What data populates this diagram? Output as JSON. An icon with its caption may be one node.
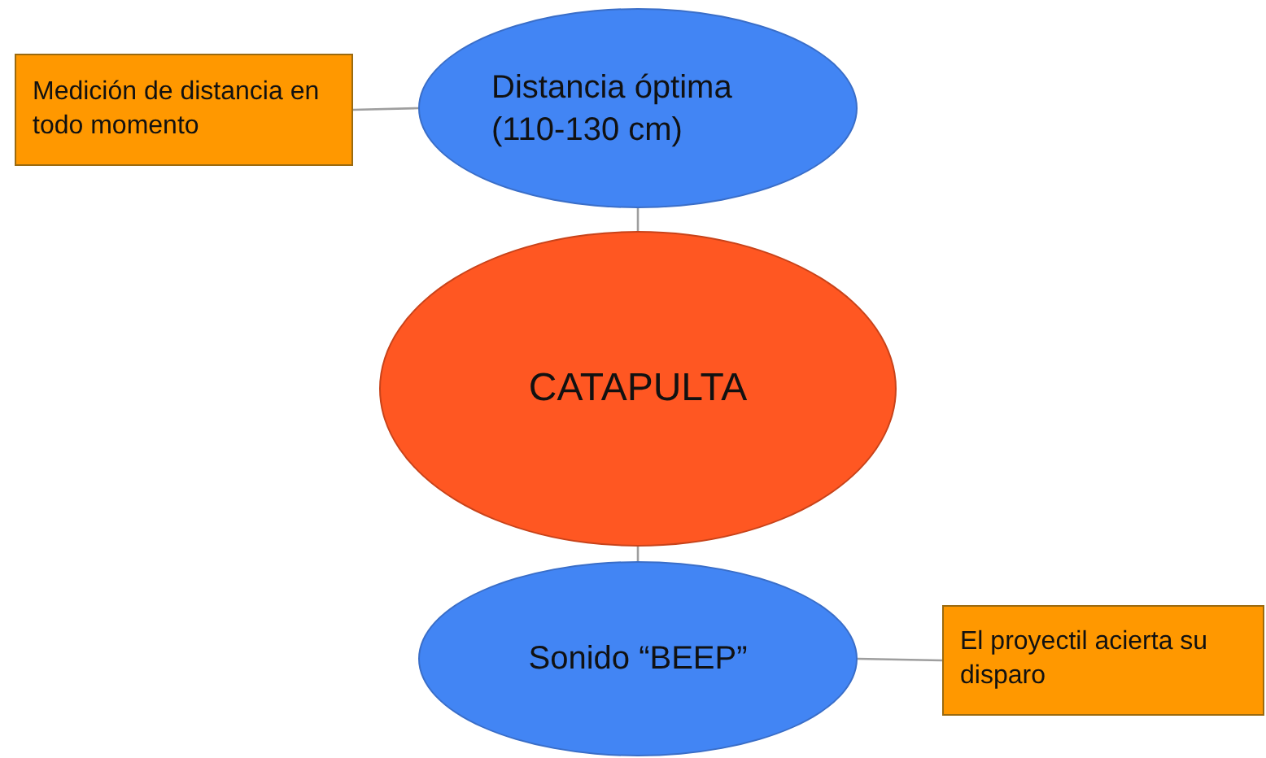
{
  "diagram": {
    "nodes": [
      {
        "text": [
          "Distancia óptima (110-130 cm)"
        ]
      },
      {
        "text": [
          "Medición de distancia en todo momento"
        ]
      },
      {
        "text": [
          "CATAPULTA"
        ]
      },
      {
        "text": [
          "Sonido “BEEP”"
        ]
      },
      {
        "text": [
          "El proyectil acierta su disparo"
        ]
      }
    ],
    "edges": [
      {
        "from": 1,
        "to": 0,
        "arrow": "none"
      },
      {
        "from": 0,
        "to": 2,
        "arrow": "none"
      },
      {
        "from": 2,
        "to": 3,
        "arrow": "none"
      },
      {
        "from": 3,
        "to": 4,
        "arrow": "none"
      }
    ]
  }
}
